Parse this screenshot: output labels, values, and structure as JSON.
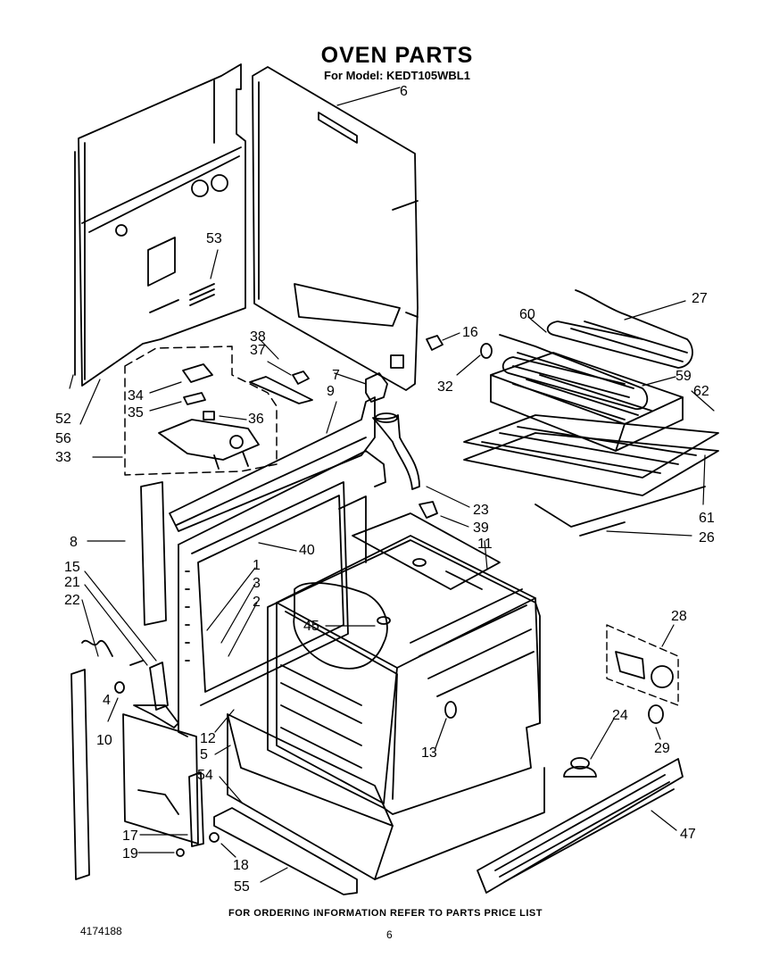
{
  "header": {
    "title": "OVEN PARTS",
    "model_line": "For Model: KEDT105WBL1"
  },
  "footer": {
    "notice": "FOR ORDERING INFORMATION REFER TO PARTS PRICE LIST",
    "document_number": "4174188",
    "page_number": "6"
  },
  "callouts": [
    "6",
    "53",
    "16",
    "27",
    "60",
    "59",
    "62",
    "38",
    "37",
    "7",
    "32",
    "34",
    "35",
    "36",
    "52",
    "56",
    "33",
    "9",
    "23",
    "39",
    "61",
    "26",
    "8",
    "40",
    "11",
    "15",
    "21",
    "22",
    "1",
    "3",
    "2",
    "45",
    "28",
    "4",
    "10",
    "12",
    "5",
    "24",
    "13",
    "29",
    "54",
    "17",
    "19",
    "18",
    "55",
    "47"
  ]
}
